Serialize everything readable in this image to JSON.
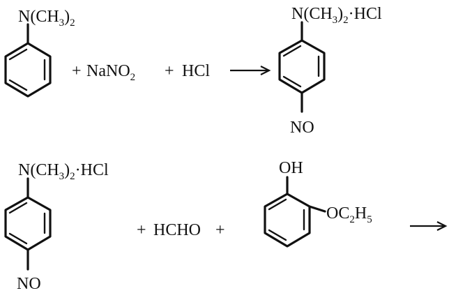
{
  "reaction_1": {
    "reactant": {
      "amino_group": {
        "main": "N(CH",
        "sub": "3",
        "close": ")",
        "sub2": "2"
      }
    },
    "operator_1": "+",
    "sodium_nitrite": {
      "main": "NaNO",
      "sub": "2"
    },
    "operator_2": "+",
    "acid": "HCl",
    "product": {
      "amino_group": {
        "main": "N(CH",
        "sub": "3",
        "close": ")",
        "sub2": "2",
        "salt": "·HCl"
      },
      "nitroso": "NO"
    }
  },
  "reaction_2": {
    "reactant": {
      "amino_group": {
        "main": "N(CH",
        "sub": "3",
        "close": ")",
        "sub2": "2",
        "salt": "·HCl"
      },
      "nitroso": "NO"
    },
    "operator_1": "+",
    "formaldehyde": "HCHO",
    "operator_2": "+",
    "phenol": {
      "hydroxyl": "OH",
      "ethoxy": {
        "main": "OC",
        "sub": "2",
        "mid": "H",
        "sub2": "5"
      }
    }
  }
}
